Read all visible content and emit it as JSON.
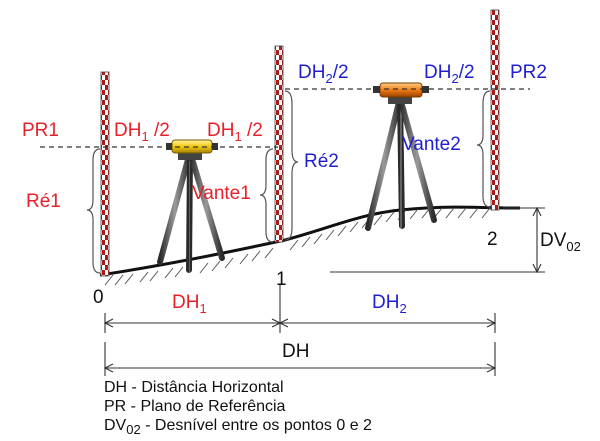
{
  "labels": {
    "pr1": "PR1",
    "pr2": "PR2",
    "re1": "Ré1",
    "re2": "Ré2",
    "vante1": "Vante1",
    "vante2": "Vante2",
    "dh_base": "DH",
    "sub_1": "1",
    "sub_2": "2",
    "sub_02": "02",
    "half": "/2",
    "half_spaced": " /2",
    "point0": "0",
    "point1": "1",
    "point2": "2",
    "dh_total": "DH",
    "dv_base": "DV"
  },
  "legend": [
    {
      "key": "DH",
      "key_sub": "",
      "text": " - Distância Horizontal"
    },
    {
      "key": "PR",
      "key_sub": "",
      "text": " - Plano de Referência"
    },
    {
      "key": "DV",
      "key_sub": "02",
      "text": " - Desnível entre os pontos 0 e 2"
    }
  ],
  "colors": {
    "red": "#e8202a",
    "blue": "#1f1fd0",
    "level_yellow": "#f2c811",
    "level_orange": "#f07a12",
    "tripod": "#555555"
  }
}
